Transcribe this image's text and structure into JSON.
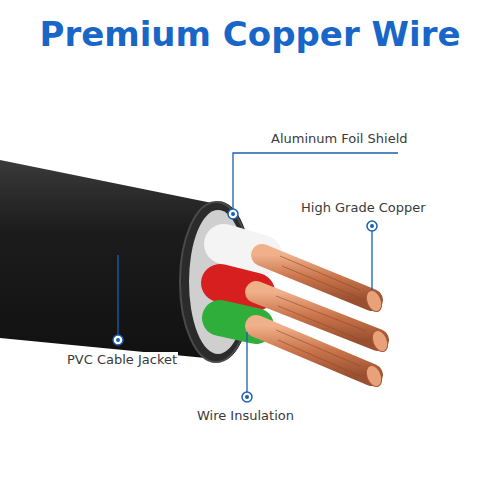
{
  "diagram": {
    "title": "Premium Copper Wire",
    "labels": [
      "Aluminum Foil Shield",
      "High Grade Copper",
      "PVC Cable Jacket",
      "Wire Insulation"
    ]
  }
}
